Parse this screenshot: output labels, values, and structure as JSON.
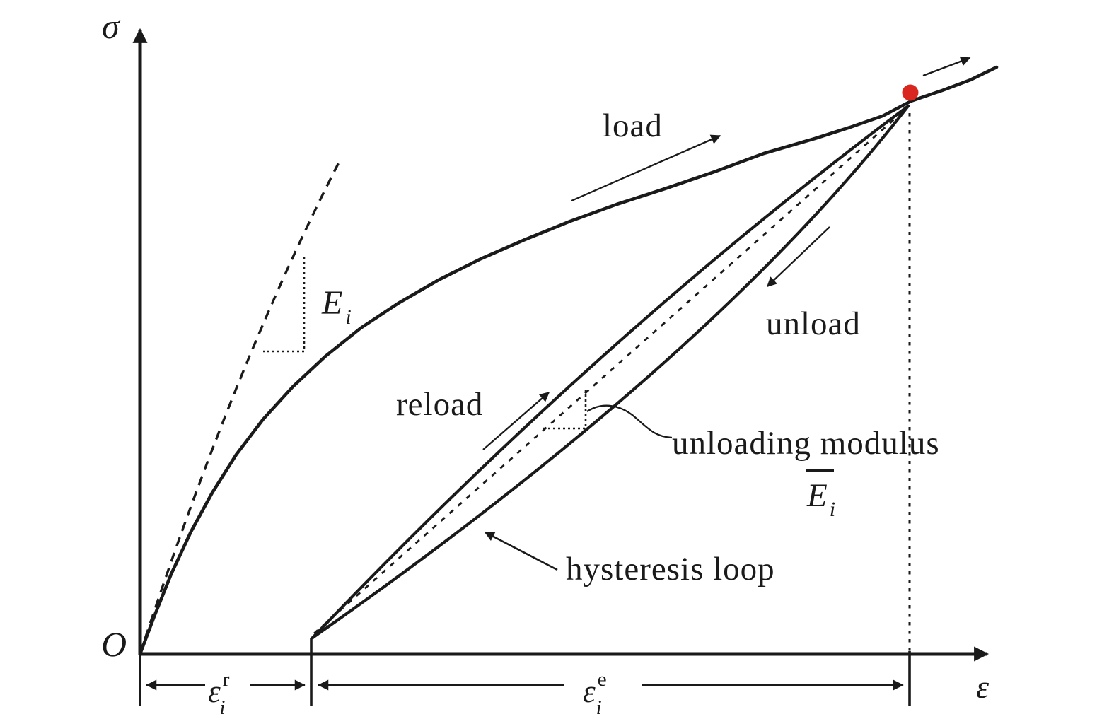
{
  "figure": {
    "type": "stress-strain schematic with hysteresis loop",
    "axes": {
      "y_label": "σ",
      "x_label": "ε",
      "origin_label": "O"
    },
    "annotations": {
      "load": "load",
      "unload": "unload",
      "reload": "reload",
      "unloading_modulus": "unloading modulus",
      "hysteresis_loop": "hysteresis loop"
    },
    "math_symbols": {
      "initial_modulus": {
        "base": "E",
        "sub": "i"
      },
      "unloading_modulus": {
        "base": "E",
        "sub": "i",
        "accent": "overbar"
      },
      "residual_strain": {
        "base": "ε",
        "sup": "r",
        "sub": "i"
      },
      "elastic_strain": {
        "base": "ε",
        "sup": "e",
        "sub": "i"
      }
    },
    "colors": {
      "line": "#1a1a1a",
      "unload_point": "#d9261f",
      "background": "#ffffff"
    },
    "curves": [
      {
        "name": "load curve",
        "style": "solid",
        "from": "origin O",
        "to": "red unload point, continues to upper right"
      },
      {
        "name": "unload curve",
        "style": "solid",
        "from": "red unload point",
        "to": "residual strain point on x-axis"
      },
      {
        "name": "reload curve",
        "style": "solid",
        "from": "residual strain point",
        "to": "red unload point"
      },
      {
        "name": "unloading modulus chord",
        "style": "dotted",
        "from": "residual strain point",
        "to": "red unload point"
      },
      {
        "name": "initial modulus tangent",
        "style": "dashed",
        "from": "origin O",
        "to": "upper left"
      },
      {
        "name": "strain drop line",
        "style": "dotted vertical",
        "from": "red unload point",
        "to": "x-axis"
      }
    ]
  }
}
